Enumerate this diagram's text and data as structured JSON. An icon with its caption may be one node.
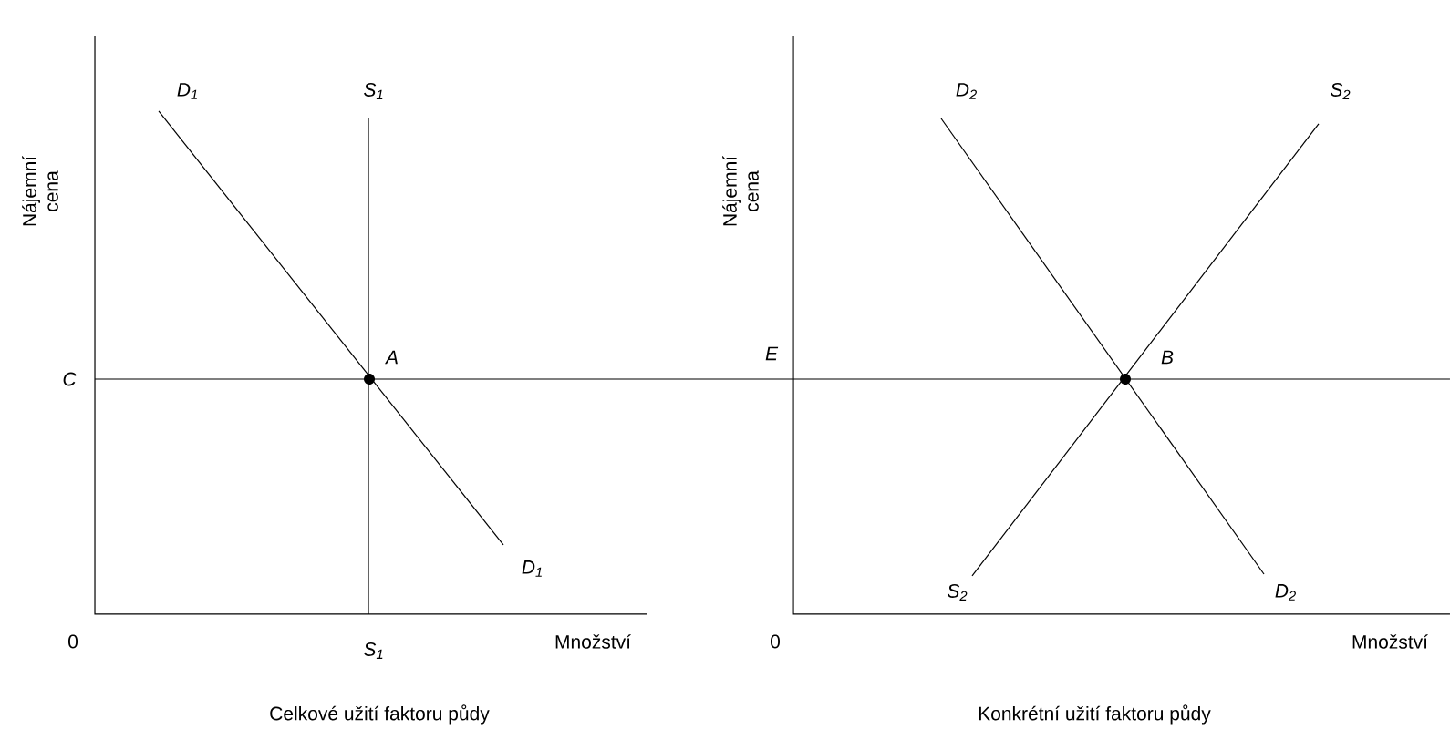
{
  "diagram": {
    "labels": [
      "Nájemní cena",
      "D$_{1}$",
      "S$_{1}$",
      "A",
      "C",
      "D$_{1}$",
      "0",
      "S$_{1}$",
      "Množství",
      "Celkové užití faktoru půdy",
      "Nájemní cena",
      "D$_{2}$",
      "S$_{2}$",
      "E",
      "B",
      "S$_{2}$",
      "D$_{2}$",
      "0",
      "Množství",
      "Konkrétní užití faktoru půdy"
    ]
  }
}
